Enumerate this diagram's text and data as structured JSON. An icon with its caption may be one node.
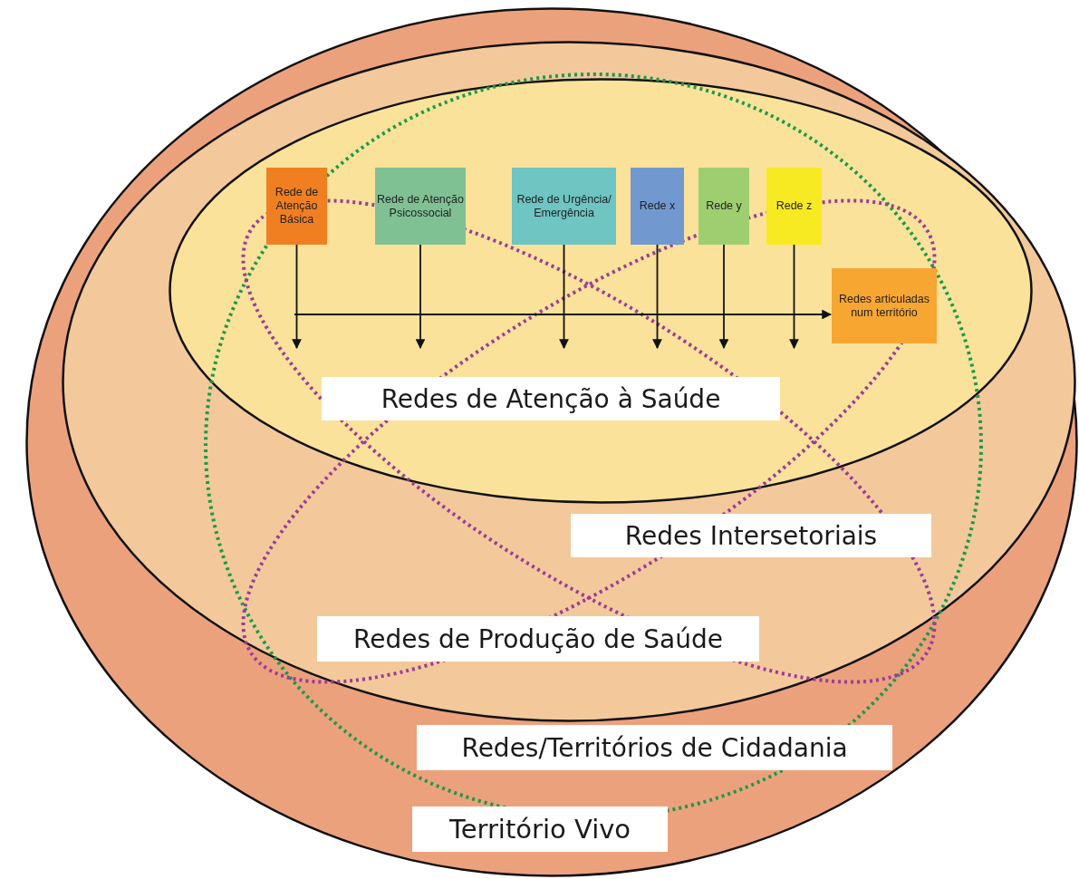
{
  "diagram": {
    "nodes": [
      {
        "text": [],
        "shape": "ellipse"
      },
      {
        "text": [],
        "shape": "ellipse",
        "in": 0
      },
      {
        "text": [],
        "shape": "ellipse",
        "in": 1
      },
      {
        "text": [
          "Rede de Atenção Básica"
        ],
        "in": 2
      },
      {
        "text": [
          "Rede de Atenção Psicossocial"
        ],
        "in": 2
      },
      {
        "text": [
          "Rede de Urgência/ Emergência"
        ],
        "in": 2
      },
      {
        "text": [
          "Rede x"
        ],
        "in": 2
      },
      {
        "text": [
          "Rede y"
        ],
        "in": 2
      },
      {
        "text": [
          "Rede z"
        ],
        "in": 2
      },
      {
        "text": [
          "Redes articuladas num território"
        ],
        "in": 2
      },
      {
        "text": [
          "Redes de Atenção à Saúde"
        ],
        "in": 2
      },
      {
        "text": [
          "Redes Intersetoriais"
        ],
        "in": 1
      },
      {
        "text": [
          "Redes de Produção de Saúde"
        ],
        "in": 1
      },
      {
        "text": [
          "Redes/Territórios de Cidadania"
        ],
        "in": 0
      },
      {
        "text": [
          "Território Vivo"
        ],
        "in": 0
      }
    ],
    "edges": [
      {
        "from": 3,
        "to": null,
        "arrow": "to"
      },
      {
        "from": 4,
        "to": null,
        "arrow": "to"
      },
      {
        "from": 5,
        "to": null,
        "arrow": "to"
      },
      {
        "from": 6,
        "to": null,
        "arrow": "to"
      },
      {
        "from": 7,
        "to": null,
        "arrow": "to"
      },
      {
        "from": 8,
        "to": null,
        "arrow": "to"
      },
      {
        "from": null,
        "to": 9,
        "arrow": "to"
      }
    ]
  }
}
